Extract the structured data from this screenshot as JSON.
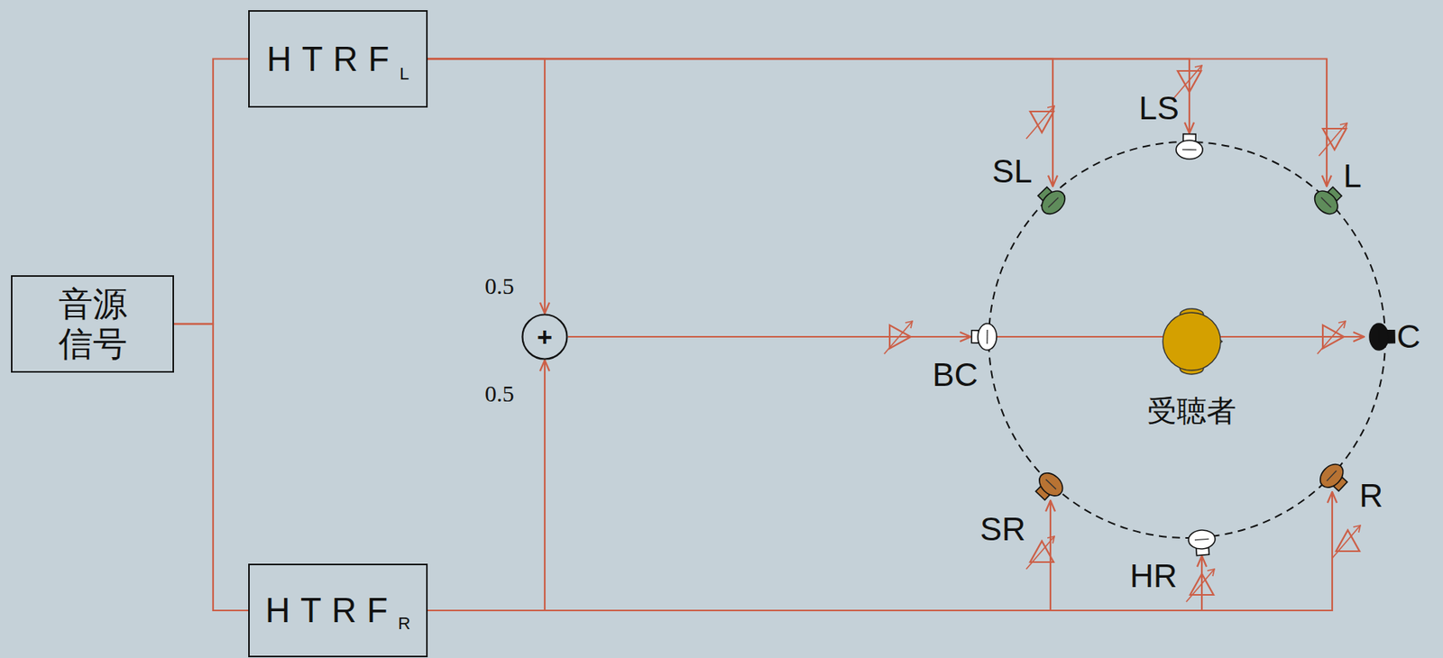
{
  "diagram": {
    "nodes": [
      {
        "text": [
          "音源 信号"
        ]
      },
      {
        "text": [
          "HTRF",
          "L"
        ]
      },
      {
        "text": [
          "HTRF",
          "R"
        ]
      },
      {
        "text": [
          "+"
        ]
      },
      {
        "text": [
          "LS"
        ]
      },
      {
        "text": [
          "SL"
        ]
      },
      {
        "text": [
          "L"
        ]
      },
      {
        "text": [
          "BC"
        ]
      },
      {
        "text": [
          "受聴者"
        ]
      },
      {
        "text": [
          "C"
        ]
      },
      {
        "text": [
          "SR"
        ]
      },
      {
        "text": [
          "HR"
        ]
      },
      {
        "text": [
          "R"
        ]
      }
    ],
    "edges": [
      {
        "from": 0,
        "to": 1,
        "arrow": "none"
      },
      {
        "from": 0,
        "to": 2,
        "arrow": "none"
      },
      {
        "from": 1,
        "to": 5,
        "arrow": "to"
      },
      {
        "from": 1,
        "to": 4,
        "arrow": "to"
      },
      {
        "from": 1,
        "to": 6,
        "arrow": "to"
      },
      {
        "from": 1,
        "to": 3,
        "label": "0.5",
        "arrow": "to"
      },
      {
        "from": 2,
        "to": 10,
        "arrow": "to"
      },
      {
        "from": 2,
        "to": 11,
        "arrow": "to"
      },
      {
        "from": 2,
        "to": 12,
        "arrow": "to"
      },
      {
        "from": 2,
        "to": 3,
        "label": "0.5",
        "arrow": "to"
      },
      {
        "from": 3,
        "to": 7,
        "arrow": "to"
      },
      {
        "from": 3,
        "to": 9,
        "arrow": "to"
      }
    ]
  }
}
